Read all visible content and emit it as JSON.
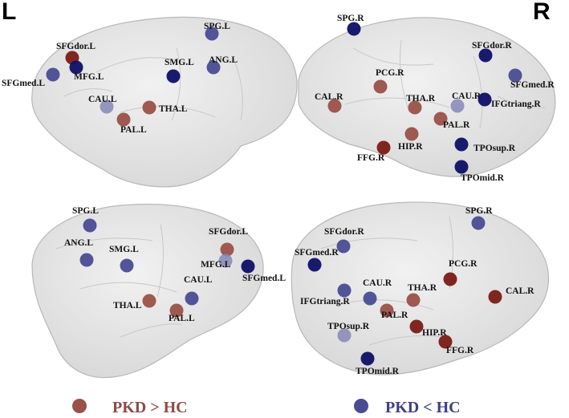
{
  "hemisphere_labels": {
    "left": "L",
    "right": "R"
  },
  "colors": {
    "increase": "#9a5148",
    "increase_dark": "#7a1b16",
    "decrease": "#4a4c93",
    "decrease_dark": "#0d1066",
    "brain_fill": "#e3e3e3",
    "brain_stroke": "#b8b8b8",
    "legend_increase_text": "#8c4b44",
    "legend_decrease_text": "#3f3f86"
  },
  "legend": {
    "increase_label": "PKD > HC",
    "decrease_label": "PKD < HC"
  },
  "views": [
    {
      "id": "left-lateral",
      "nodes": [
        {
          "label": "SFGdor.L",
          "group": "increase",
          "shade": "dark"
        },
        {
          "label": "MFG.L",
          "group": "decrease",
          "shade": "dark"
        },
        {
          "label": "SFGmed.L",
          "group": "decrease",
          "shade": "normal"
        },
        {
          "label": "SPG.L",
          "group": "decrease",
          "shade": "normal"
        },
        {
          "label": "SMG.L",
          "group": "decrease",
          "shade": "dark"
        },
        {
          "label": "ANG.L",
          "group": "decrease",
          "shade": "normal"
        },
        {
          "label": "CAU.L",
          "group": "decrease",
          "shade": "light"
        },
        {
          "label": "THA.L",
          "group": "increase",
          "shade": "normal"
        },
        {
          "label": "PAL.L",
          "group": "increase",
          "shade": "normal"
        }
      ]
    },
    {
      "id": "right-lateral",
      "nodes": [
        {
          "label": "SPG.R",
          "group": "decrease",
          "shade": "dark"
        },
        {
          "label": "SFGdor.R",
          "group": "decrease",
          "shade": "dark"
        },
        {
          "label": "SFGmed.R",
          "group": "decrease",
          "shade": "normal"
        },
        {
          "label": "PCG.R",
          "group": "increase",
          "shade": "normal"
        },
        {
          "label": "CAL.R",
          "group": "increase",
          "shade": "normal"
        },
        {
          "label": "THA.R",
          "group": "increase",
          "shade": "normal"
        },
        {
          "label": "CAU.R",
          "group": "decrease",
          "shade": "light"
        },
        {
          "label": "IFGtriang.R",
          "group": "decrease",
          "shade": "dark"
        },
        {
          "label": "PAL.R",
          "group": "increase",
          "shade": "normal"
        },
        {
          "label": "HIP.R",
          "group": "increase",
          "shade": "normal"
        },
        {
          "label": "FFG.R",
          "group": "increase",
          "shade": "dark"
        },
        {
          "label": "TPOsup.R",
          "group": "decrease",
          "shade": "dark"
        },
        {
          "label": "TPOmid.R",
          "group": "decrease",
          "shade": "dark"
        }
      ]
    },
    {
      "id": "left-medial",
      "nodes": [
        {
          "label": "SPG.L",
          "group": "decrease",
          "shade": "normal"
        },
        {
          "label": "ANG.L",
          "group": "decrease",
          "shade": "normal"
        },
        {
          "label": "SMG.L",
          "group": "decrease",
          "shade": "normal"
        },
        {
          "label": "SFGdor.L",
          "group": "increase",
          "shade": "normal"
        },
        {
          "label": "MFG.L",
          "group": "decrease",
          "shade": "light"
        },
        {
          "label": "SFGmed.L",
          "group": "decrease",
          "shade": "dark"
        },
        {
          "label": "CAU.L",
          "group": "decrease",
          "shade": "normal"
        },
        {
          "label": "THA.L",
          "group": "increase",
          "shade": "normal"
        },
        {
          "label": "PAL.L",
          "group": "increase",
          "shade": "normal"
        }
      ]
    },
    {
      "id": "right-medial",
      "nodes": [
        {
          "label": "SPG.R",
          "group": "decrease",
          "shade": "normal"
        },
        {
          "label": "SFGdor.R",
          "group": "decrease",
          "shade": "normal"
        },
        {
          "label": "SFGmed.R",
          "group": "decrease",
          "shade": "dark"
        },
        {
          "label": "PCG.R",
          "group": "increase",
          "shade": "dark"
        },
        {
          "label": "CAL.R",
          "group": "increase",
          "shade": "dark"
        },
        {
          "label": "IFGtriang.R",
          "group": "decrease",
          "shade": "normal"
        },
        {
          "label": "CAU.R",
          "group": "decrease",
          "shade": "normal"
        },
        {
          "label": "THA.R",
          "group": "increase",
          "shade": "normal"
        },
        {
          "label": "PAL.R",
          "group": "increase",
          "shade": "normal"
        },
        {
          "label": "TPOsup.R",
          "group": "decrease",
          "shade": "light"
        },
        {
          "label": "HIP.R",
          "group": "increase",
          "shade": "dark"
        },
        {
          "label": "FFG.R",
          "group": "increase",
          "shade": "dark"
        },
        {
          "label": "TPOmid.R",
          "group": "decrease",
          "shade": "dark"
        }
      ]
    }
  ]
}
